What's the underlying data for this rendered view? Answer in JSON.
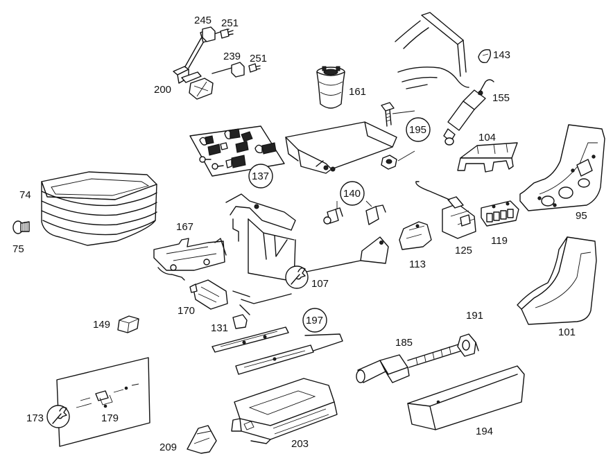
{
  "diagram": {
    "labels": {
      "p74": "74",
      "p75": "75",
      "p95": "95",
      "p101": "101",
      "p104": "104",
      "p107": "107",
      "p113": "113",
      "p119": "119",
      "p125": "125",
      "p131": "131",
      "p137": "137",
      "p140": "140",
      "p143": "143",
      "p149": "149",
      "p155": "155",
      "p161": "161",
      "p167": "167",
      "p170": "170",
      "p173": "173",
      "p179": "179",
      "p185": "185",
      "p191": "191",
      "p194": "194",
      "p195": "195",
      "p197": "197",
      "p200": "200",
      "p203": "203",
      "p209": "209",
      "p239": "239",
      "p245": "245",
      "p251a": "251",
      "p251b": "251"
    }
  }
}
